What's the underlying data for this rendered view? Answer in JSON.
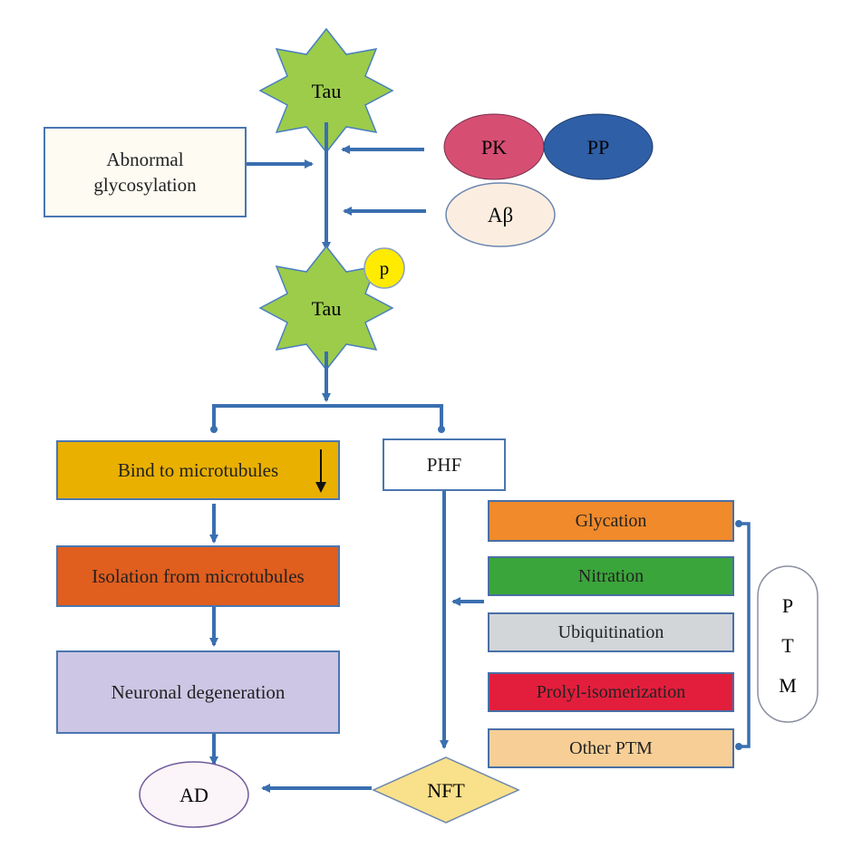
{
  "nodes": {
    "tau_top": "Tau",
    "tau_p": "Tau",
    "phospho": "p",
    "abnormal_glycosylation": "Abnormal\nglycosylation",
    "pk": "PK",
    "pp": "PP",
    "abeta": "Aβ",
    "bind_microtubules": "Bind to microtubules",
    "isolation": "Isolation from microtubules",
    "neuronal_degeneration": "Neuronal degeneration",
    "ad": "AD",
    "phf": "PHF",
    "nft": "NFT"
  },
  "ptm": {
    "group_label": "P\nT\nM",
    "items": [
      {
        "label": "Glycation",
        "color": "#f08a2a"
      },
      {
        "label": "Nitration",
        "color": "#3aa53a"
      },
      {
        "label": "Ubiquitination",
        "color": "#d2d6d9"
      },
      {
        "label": "Prolyl-isomerization",
        "color": "#e31e3c"
      },
      {
        "label": "Other PTM",
        "color": "#f7cf96"
      }
    ]
  },
  "colors": {
    "arrow": "#3a6fb0",
    "star": "#9ccc4a",
    "star_border": "#4a7fc0",
    "phospho": "#ffeb00",
    "pk": "#d64f73",
    "pp": "#2f5fa6",
    "abeta": "#fbeee0",
    "bind": "#e9b000",
    "isolation": "#e05e1e",
    "neuronal": "#cdc6e4",
    "nft": "#f9e08a",
    "ad": "#fbf4f8",
    "glycosylation_bg": "#fdfbf2"
  }
}
